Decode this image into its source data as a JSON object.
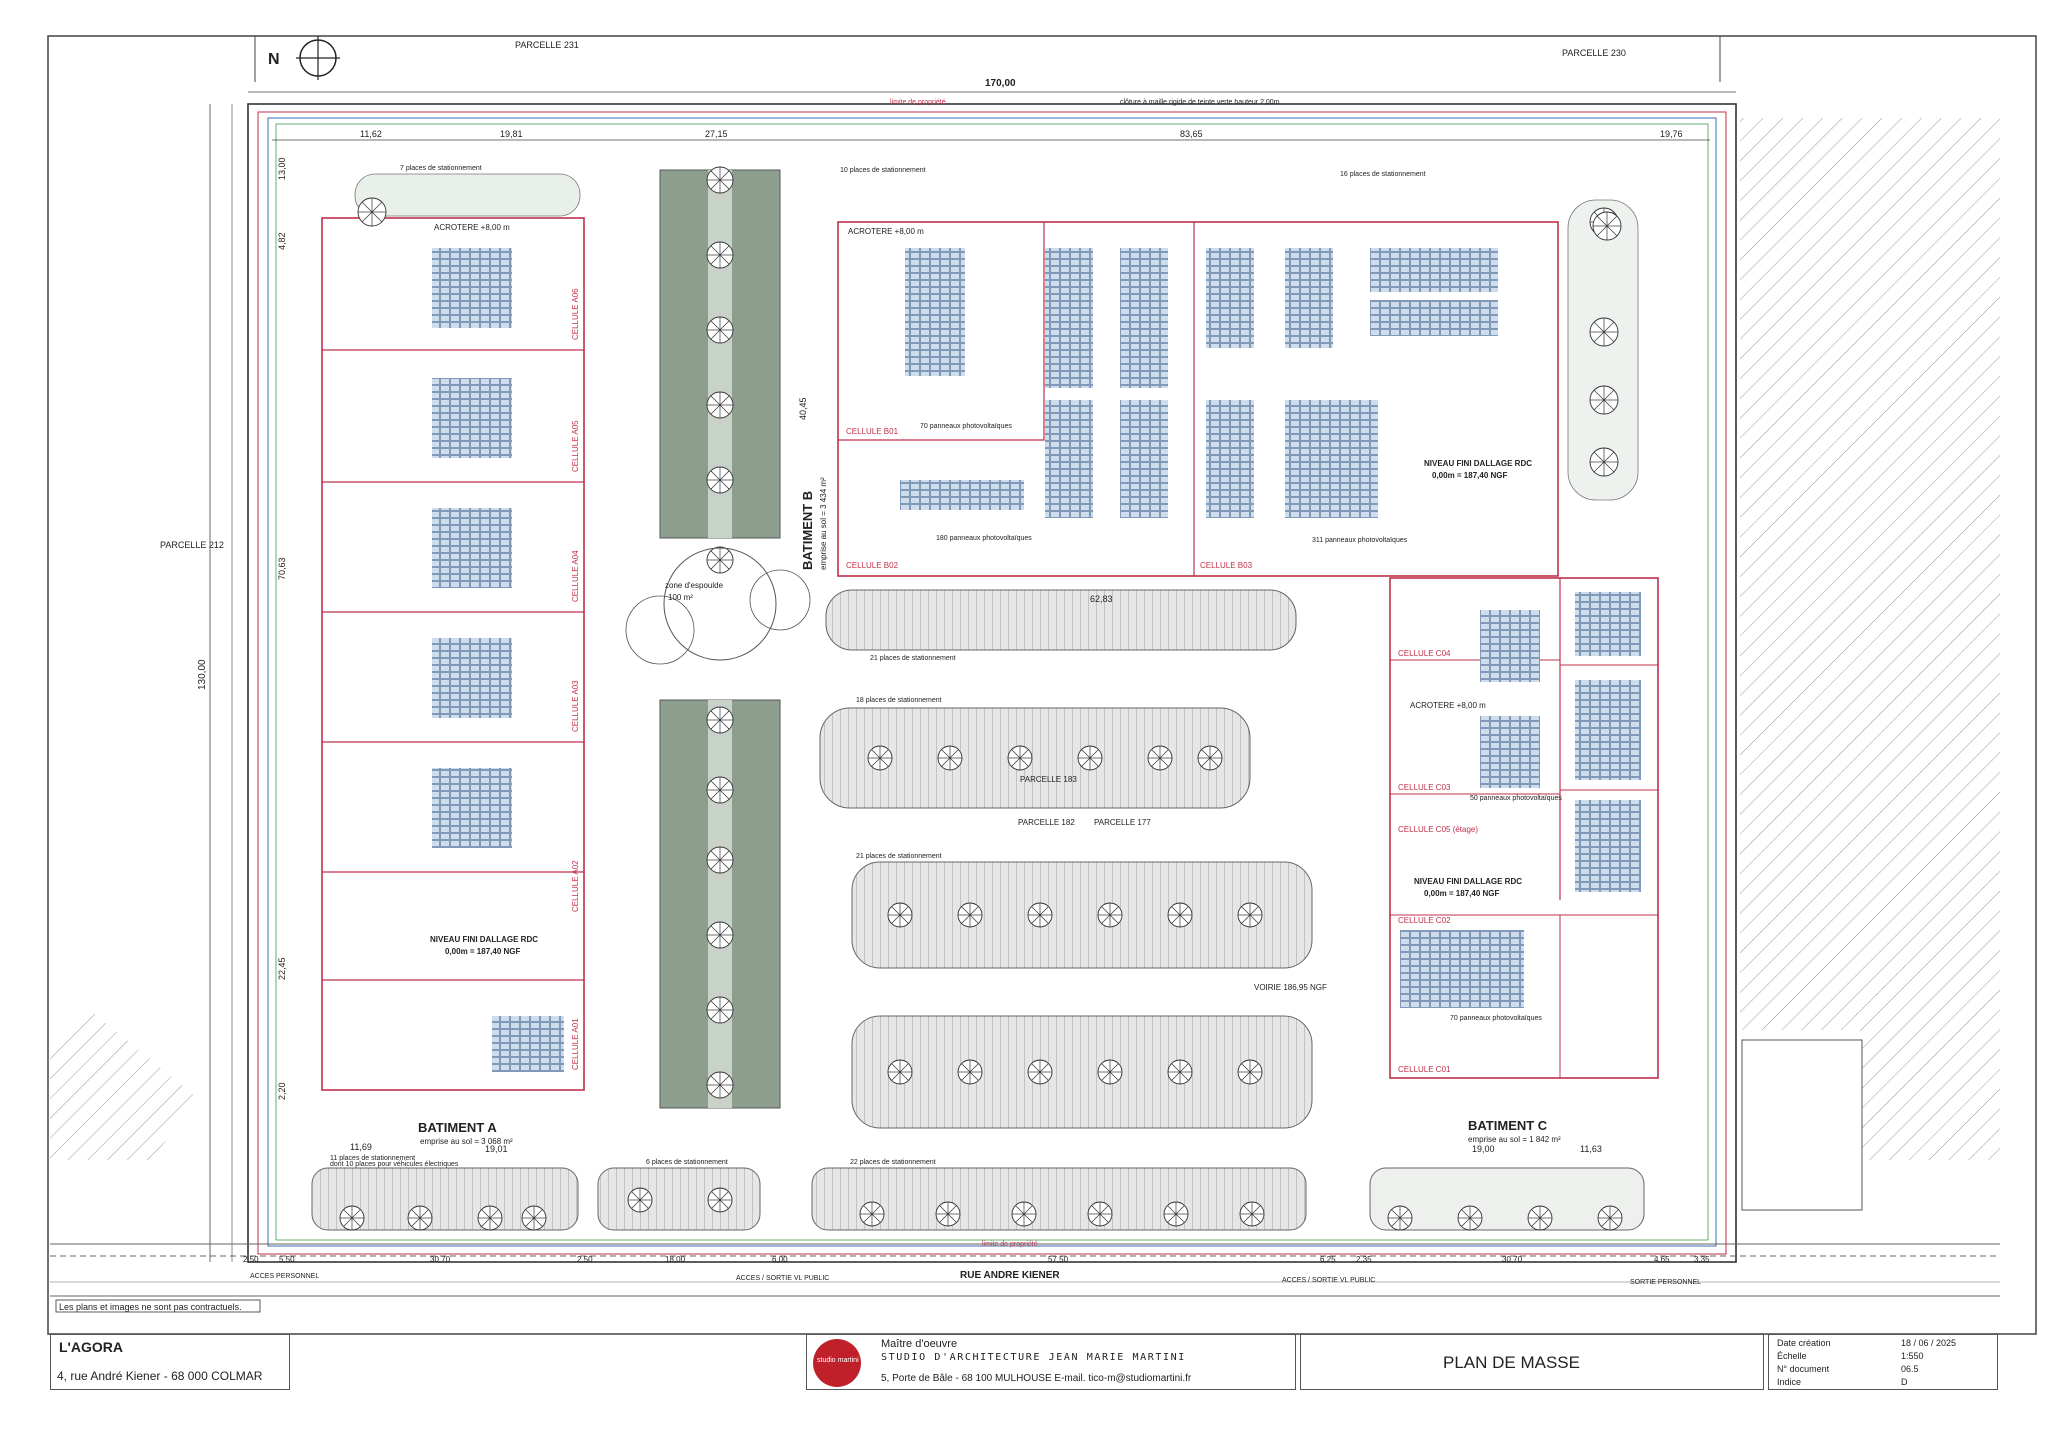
{
  "parcels": {
    "top_left": "PARCELLE 231",
    "top_right": "PARCELLE 230",
    "left": "PARCELLE 212",
    "center_a": "PARCELLE 182",
    "center_b": "PARCELLE 177",
    "center_c": "PARCELLE 183"
  },
  "north_label": "N",
  "dimensions": {
    "overall_width": "170,00",
    "overall_height": "130,00",
    "top": [
      "11,62",
      "19,81",
      "27,15",
      "83,65",
      "19,76"
    ],
    "left_side": [
      "13,00",
      "4,82",
      "70,63",
      "22,45",
      "2,20"
    ],
    "bottom": [
      "2,50",
      "5,50",
      "30,70",
      "2,50",
      "18,00",
      "6,00",
      "57,50",
      "6,25",
      "2,35",
      "30,70",
      "4,65",
      "3,35"
    ],
    "batiment_a_bottom": [
      "11,69",
      "19,01"
    ],
    "batiment_c_bottom": [
      "19,00",
      "11,63"
    ],
    "bat_b_height": "40,45",
    "voirie_width": "62,83"
  },
  "fence_label": "clôture à maille rigide de teinte verte hauteur 2,00m",
  "limite": "limite de propriété",
  "buildings": {
    "a": {
      "name": "BATIMENT A",
      "emprise": "emprise au sol = 3 068 m²",
      "level": "NIVEAU FINI DALLAGE RDC",
      "ngf": "0,00m = 187,40 NGF",
      "acrotere": "ACROTERE +8,00 m",
      "cells": [
        "CELLULE A06",
        "CELLULE A05",
        "CELLULE A04",
        "CELLULE A03",
        "CELLULE A02",
        "CELLULE A01"
      ]
    },
    "b": {
      "name": "BATIMENT B",
      "emprise": "emprise au sol = 3 434 m²",
      "level": "NIVEAU FINI DALLAGE RDC",
      "ngf": "0,00m = 187,40 NGF",
      "acrotere": "ACROTERE +8,00 m",
      "cells": [
        "CELLULE B01",
        "CELLULE B02",
        "CELLULE B03"
      ],
      "panels": [
        "70 panneaux photovoltaïques",
        "180 panneaux photovoltaïques",
        "311 panneaux photovoltaïques"
      ]
    },
    "c": {
      "name": "BATIMENT C",
      "emprise": "emprise au sol = 1 842 m²",
      "level": "NIVEAU FINI DALLAGE RDC",
      "ngf": "0,00m = 187,40 NGF",
      "acrotere": "ACROTERE +8,00 m",
      "cells": [
        "CELLULE C04",
        "CELLULE C03",
        "CELLULE C05 (étage)",
        "CELLULE C02",
        "CELLULE C01"
      ],
      "panels": [
        "50 panneaux photovoltaïques",
        "70 panneaux photovoltaïques"
      ]
    }
  },
  "parking": {
    "p7": "7 places de stationnement",
    "p10": "10 places de stationnement",
    "p16": "16 places de stationnement",
    "p21": "21 places de stationnement",
    "p18": "18 places de stationnement",
    "p22": "22 places de stationnement",
    "p11": "11 places de stationnement",
    "p6": "6 places de stationnement",
    "p21b": "21 places de stationnement",
    "elec": "dont 10 places pour véhicules électriques"
  },
  "zone_label": "zone d'espoulde",
  "zone_area": "100 m²",
  "voirie": "VOIRIE 186,95 NGF",
  "street": "RUE ANDRE KIENER",
  "access": {
    "personnel_left": "ACCES PERSONNEL",
    "public_1": "ACCES / SORTIE VL PUBLIC",
    "public_2": "ACCES / SORTIE VL PUBLIC",
    "personnel_right": "SORTIE PERSONNEL"
  },
  "disclaimer": "Les plans et images ne sont pas contractuels.",
  "title_block": {
    "project": "L'AGORA",
    "address": "4, rue André Kiener - 68 000 COLMAR",
    "moa_label": "Maître d'oeuvre",
    "studio": "STUDIO D'ARCHITECTURE JEAN MARIE MARTINI",
    "studio_address": "5, Porte de Bâle - 68 100 MULHOUSE  E-mail. tico-m@studiomartini.fr",
    "logo_text": "studio martini",
    "sheet_title": "PLAN DE MASSE",
    "date_label": "Date création",
    "date_value": "18 / 06 / 2025",
    "scale_label": "Échelle",
    "scale_value": "1:550",
    "doc_label": "N° document",
    "doc_value": "06.5",
    "index_label": "Indice",
    "index_value": "D"
  }
}
